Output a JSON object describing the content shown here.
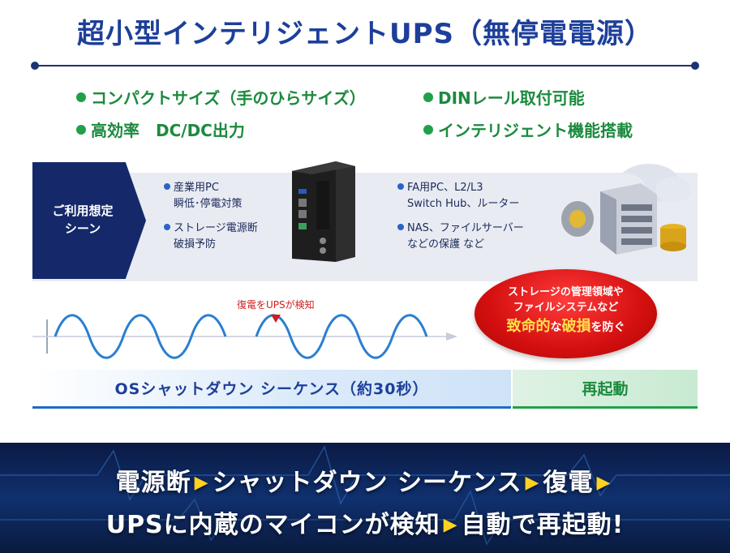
{
  "title": "超小型インテリジェントUPS（無停電電源）",
  "features": [
    "コンパクトサイズ（手のひらサイズ）",
    "DINレール取付可能",
    "高効率　DC/DC出力",
    "インテリジェント機能搭載"
  ],
  "usage": {
    "tag_line1": "ご利用想定",
    "tag_line2": "シーン",
    "left": [
      {
        "line1": "産業用PC",
        "line2": "瞬低･停電対策"
      },
      {
        "line1": "ストレージ電源断",
        "line2": "破損予防"
      }
    ],
    "right": [
      {
        "line1": "FA用PC、L2/L3",
        "line2": "Switch Hub、ルーター"
      },
      {
        "line1": "NAS、ファイルサーバー",
        "line2": "などの保護 など"
      }
    ]
  },
  "wave_note": "復電をUPSが検知",
  "bubble": {
    "line1": "ストレージの管理領域や",
    "line2": "ファイルシステムなど",
    "emph1": "致命的",
    "mid1": "な",
    "emph2": "破損",
    "tail": "を防ぐ"
  },
  "sequence_label": "OSシャットダウン シーケンス（約30秒）",
  "restart_label": "再起動",
  "banner": {
    "row1": [
      "電源断",
      "シャットダウン シーケンス",
      "復電"
    ],
    "row2": [
      "UPSに内蔵のマイコンが検知",
      "自動で再起動!"
    ]
  },
  "colors": {
    "title": "#1d3f9a",
    "feature_green": "#1c8a3e",
    "navy": "#15296a",
    "wave_blue": "#2a7fd0",
    "alert_red": "#d40f0f",
    "banner_arrow": "#ffd21f"
  }
}
